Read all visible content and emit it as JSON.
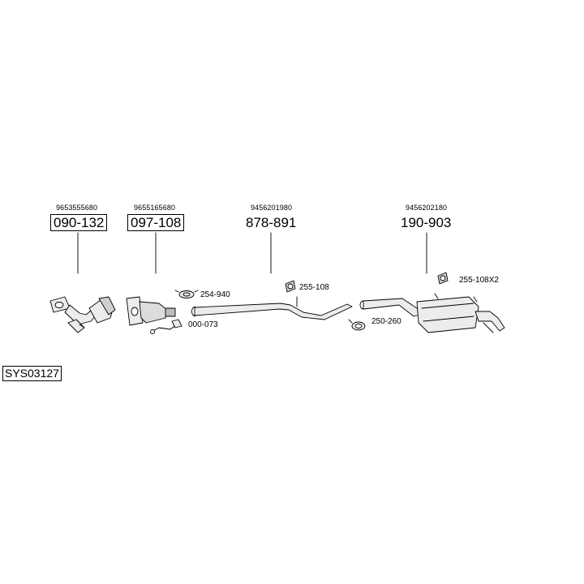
{
  "system_code": "SYS03127",
  "components": [
    {
      "oem": "9653555680",
      "part": "090-132",
      "boxed": true
    },
    {
      "oem": "9655165680",
      "part": "097-108",
      "boxed": true
    },
    {
      "oem": "9456201980",
      "part": "878-891",
      "boxed": false
    },
    {
      "oem": "9456202180",
      "part": "190-903",
      "boxed": false
    }
  ],
  "accessories": [
    {
      "code": "254-940"
    },
    {
      "code": "000-073"
    },
    {
      "code": "255-108"
    },
    {
      "code": "250-260"
    },
    {
      "code": "255-108X2"
    }
  ]
}
